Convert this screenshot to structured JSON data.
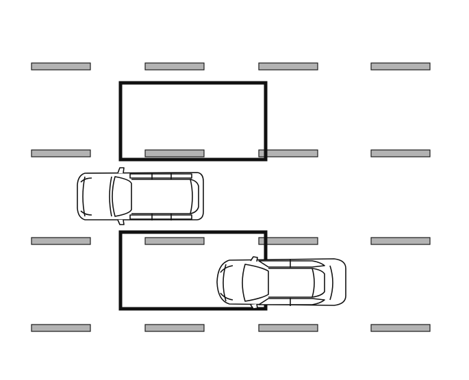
{
  "diagram": {
    "lane_marks_per_row": 4,
    "lane_mark_rows": 4,
    "zones": [
      {
        "id": "upper-zone",
        "shape": "rectangle-outline"
      },
      {
        "id": "lower-zone",
        "shape": "rectangle-outline"
      }
    ],
    "vehicles": [
      {
        "id": "suv",
        "type": "suv",
        "view": "top-down",
        "facing": "left"
      },
      {
        "id": "sedan",
        "type": "sedan",
        "view": "top-down",
        "facing": "left"
      }
    ]
  },
  "colors": {
    "background": "#ffffff",
    "lane_fill": "#b3b3b3",
    "lane_stroke": "#1a1a1a",
    "zone_stroke": "#111111",
    "car_stroke": "#111111",
    "car_fill": "#ffffff"
  }
}
